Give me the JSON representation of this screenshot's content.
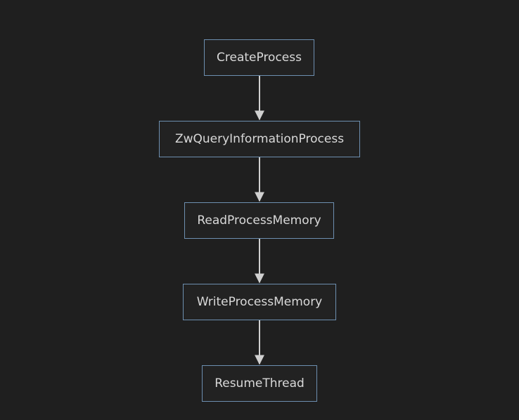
{
  "diagram": {
    "type": "flowchart",
    "direction": "top-to-bottom",
    "colors": {
      "background": "#1f1f1f",
      "node_border": "#6d8fb0",
      "node_text": "#d9d9d9",
      "edge": "#d0d0d0"
    },
    "nodes": [
      {
        "id": "n1",
        "label": "CreateProcess"
      },
      {
        "id": "n2",
        "label": "ZwQueryInformationProcess"
      },
      {
        "id": "n3",
        "label": "ReadProcessMemory"
      },
      {
        "id": "n4",
        "label": "WriteProcessMemory"
      },
      {
        "id": "n5",
        "label": "ResumeThread"
      }
    ],
    "edges": [
      {
        "from": "n1",
        "to": "n2"
      },
      {
        "from": "n2",
        "to": "n3"
      },
      {
        "from": "n3",
        "to": "n4"
      },
      {
        "from": "n4",
        "to": "n5"
      }
    ]
  }
}
